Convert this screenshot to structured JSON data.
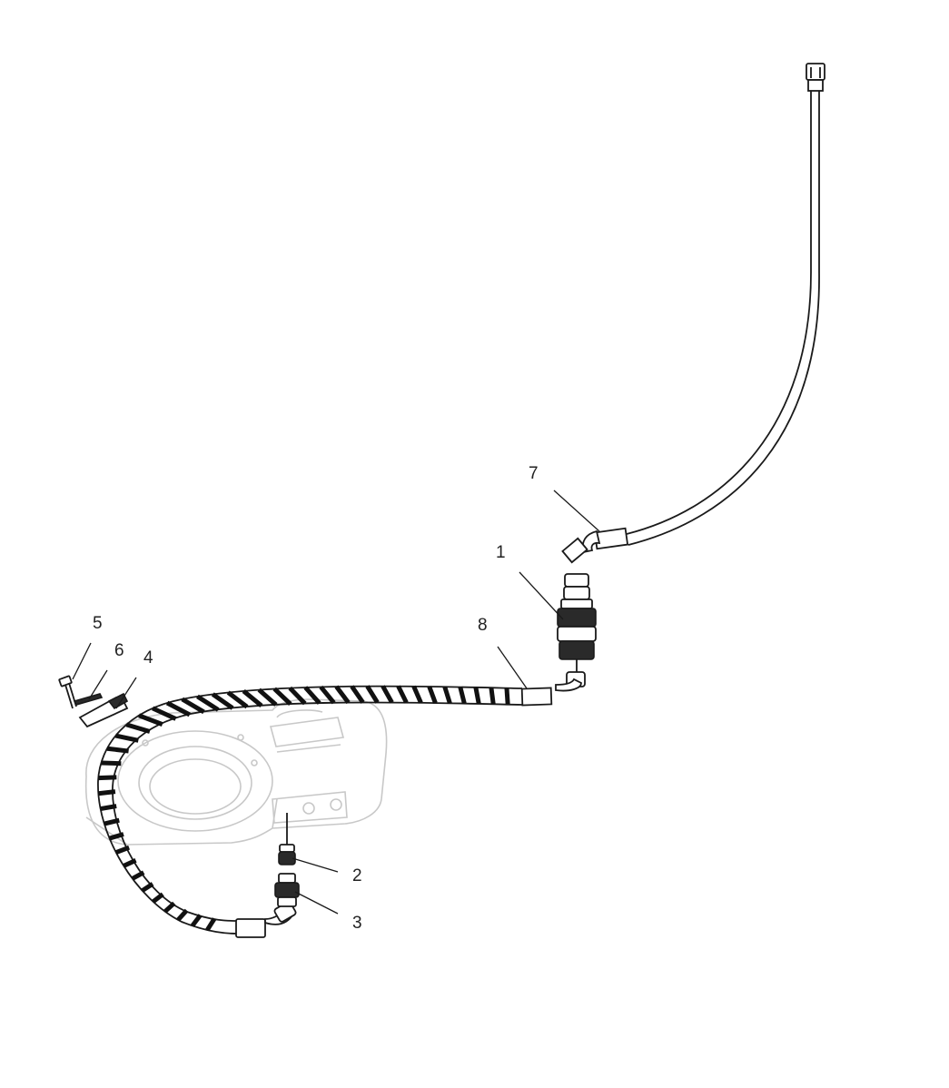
{
  "callouts": [
    {
      "id": "1",
      "label": "1"
    },
    {
      "id": "2",
      "label": "2"
    },
    {
      "id": "3",
      "label": "3"
    },
    {
      "id": "4",
      "label": "4"
    },
    {
      "id": "5",
      "label": "5"
    },
    {
      "id": "6",
      "label": "6"
    },
    {
      "id": "7",
      "label": "7"
    },
    {
      "id": "8",
      "label": "8"
    }
  ],
  "colors": {
    "line": "#1a1a1a",
    "ghost": "#c8c8c8",
    "background": "#ffffff"
  }
}
